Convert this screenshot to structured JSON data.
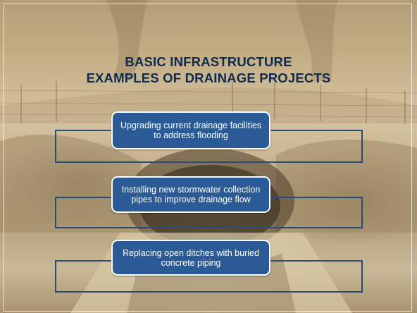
{
  "slide": {
    "title_line1": "BASIC INFRASTRUCTURE",
    "title_line2": "EXAMPLES OF DRAINAGE PROJECTS",
    "items": [
      {
        "label": "Upgrading current drainage facilities to address flooding"
      },
      {
        "label": "Installing new stormwater collection pipes to improve drainage flow"
      },
      {
        "label": "Replacing open ditches with buried concrete piping"
      }
    ]
  },
  "colors": {
    "title": "#0f2a4d",
    "callout_fill": "#2a5b97",
    "outline": "#2b4c7a",
    "photo_tint": "#c4ae86"
  }
}
